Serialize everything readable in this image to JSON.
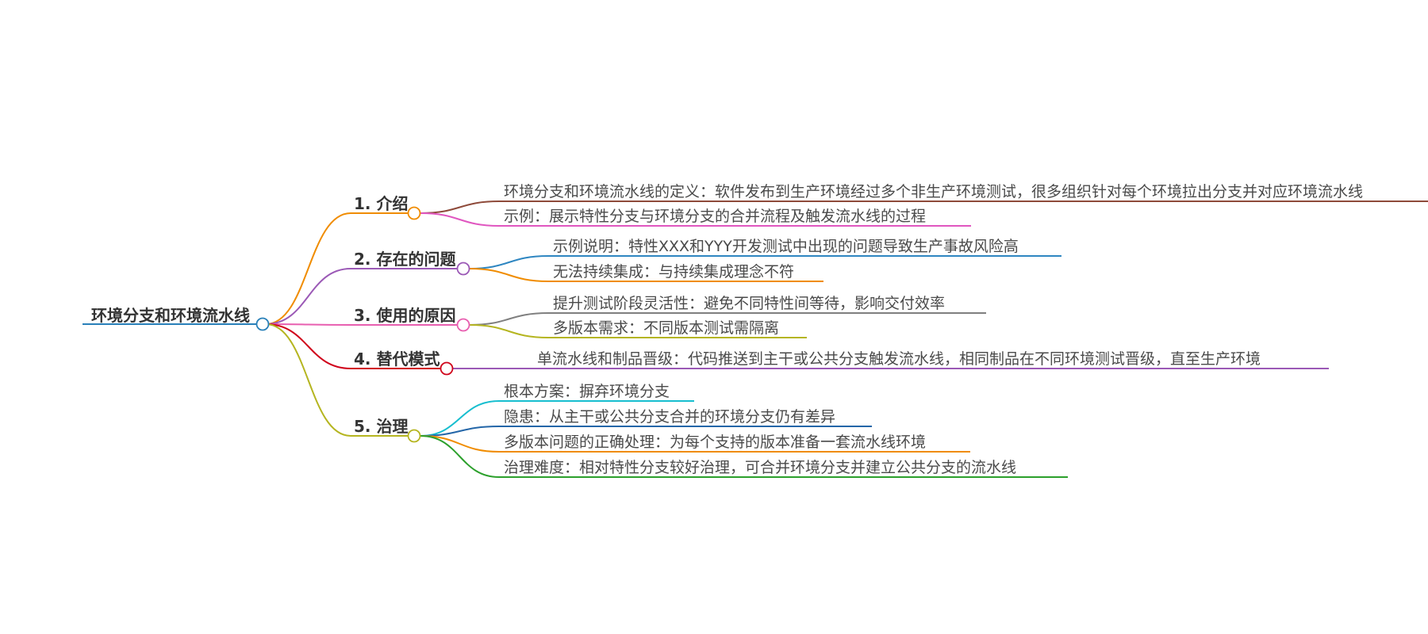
{
  "root": {
    "label": "环境分支和环境流水线",
    "color": "#2980b9"
  },
  "branches": [
    {
      "label": "1. 介绍",
      "color": "#f08c00",
      "children": [
        {
          "label": "环境分支和环境流水线的定义：软件发布到生产环境经过多个非生产环境测试，很多组织针对每个环境拉出分支并对应环境流水线",
          "color": "#8e4a3a"
        },
        {
          "label": "示例：展示特性分支与环境分支的合并流程及触发流水线的过程",
          "color": "#e056c0"
        }
      ]
    },
    {
      "label": "2. 存在的问题",
      "color": "#9b59b6",
      "children": [
        {
          "label": "示例说明：特性XXX和YYY开发测试中出现的问题导致生产事故风险高",
          "color": "#2e86c1"
        },
        {
          "label": "无法持续集成：与持续集成理念不符",
          "color": "#f08c00"
        }
      ]
    },
    {
      "label": "3. 使用的原因",
      "color": "#e85fb0",
      "children": [
        {
          "label": "提升测试阶段灵活性：避免不同特性间等待，影响交付效率",
          "color": "#7f7f7f"
        },
        {
          "label": "多版本需求：不同版本测试需隔离",
          "color": "#b5b520"
        }
      ]
    },
    {
      "label": "4. 替代模式",
      "color": "#d0021b",
      "children": [
        {
          "label": "单流水线和制品晋级：代码推送到主干或公共分支触发流水线，相同制品在不同环境测试晋级，直至生产环境",
          "color": "#9b59b6"
        }
      ]
    },
    {
      "label": "5. 治理",
      "color": "#b5b520",
      "children": [
        {
          "label": "根本方案：摒弃环境分支",
          "color": "#17becf"
        },
        {
          "label": "隐患：从主干或公共分支合并的环境分支仍有差异",
          "color": "#2466a8"
        },
        {
          "label": "多版本问题的正确处理：为每个支持的版本准备一套流水线环境",
          "color": "#f08c00"
        },
        {
          "label": "治理难度：相对特性分支较好治理，可合并环境分支并建立公共分支的流水线",
          "color": "#2ca02c"
        }
      ]
    }
  ]
}
